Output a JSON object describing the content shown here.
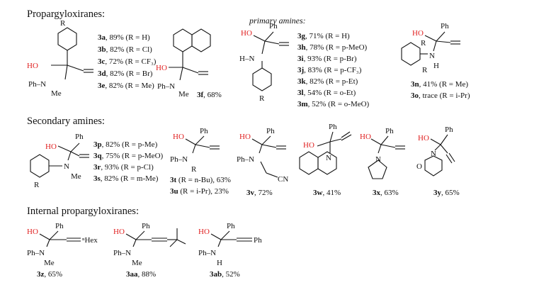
{
  "sections": {
    "propargyloxiranes": "Propargyloxiranes:",
    "primary_amines": "primary amines:",
    "secondary_amines": "Secondary amines:",
    "internal": "Internal propargyloxiranes:"
  },
  "atoms": {
    "ho": "HO",
    "ph": "Ph",
    "n": "N",
    "me": "Me",
    "r": "R",
    "h": "H",
    "hn": "H–N",
    "phn": "Ph–N",
    "cn": "CN",
    "o": "O",
    "hex": "ⁿHex"
  },
  "compounds": {
    "c3a": {
      "id": "3a",
      "text": ", 89% (R = H)"
    },
    "c3b": {
      "id": "3b",
      "text": ", 82% (R = Cl)"
    },
    "c3c": {
      "id": "3c",
      "text": ", 72% (R = CF₃)"
    },
    "c3d": {
      "id": "3d",
      "text": ", 82% (R = Br)"
    },
    "c3e": {
      "id": "3e",
      "text": ", 82% (R = Me)"
    },
    "c3f": {
      "id": "3f",
      "text": ", 68%"
    },
    "c3g": {
      "id": "3g",
      "text": ", 71% (R = H)"
    },
    "c3h": {
      "id": "3h",
      "text": ", 78% (R = p-MeO)"
    },
    "c3i": {
      "id": "3i",
      "text": ", 93% (R = p-Br)"
    },
    "c3j": {
      "id": "3j",
      "text": ", 83% (R = p-CF₃)"
    },
    "c3k": {
      "id": "3k",
      "text": ", 82% (R = p-Et)"
    },
    "c3l": {
      "id": "3l",
      "text": ", 54% (R = o-Et)"
    },
    "c3m": {
      "id": "3m",
      "text": ", 52% (R = o-MeO)"
    },
    "c3n": {
      "id": "3n",
      "text": ", 41% (R = Me)"
    },
    "c3o": {
      "id": "3o",
      "text": ", trace (R = i-Pr)"
    },
    "c3p": {
      "id": "3p",
      "text": ", 82% (R = p-Me)"
    },
    "c3q": {
      "id": "3q",
      "text": ", 75% (R = p-MeO)"
    },
    "c3r": {
      "id": "3r",
      "text": ", 93% (R = p-Cl)"
    },
    "c3s": {
      "id": "3s",
      "text": ", 82% (R = m-Me)"
    },
    "c3t": {
      "id": "3t",
      "text": " (R = n-Bu), 63%"
    },
    "c3u": {
      "id": "3u",
      "text": " (R = i-Pr), 23%"
    },
    "c3v": {
      "id": "3v",
      "text": ", 72%"
    },
    "c3w": {
      "id": "3w",
      "text": ", 41%"
    },
    "c3x": {
      "id": "3x",
      "text": ", 63%"
    },
    "c3y": {
      "id": "3y",
      "text": ", 65%"
    },
    "c3z": {
      "id": "3z",
      "text": ", 65%"
    },
    "c3aa": {
      "id": "3aa",
      "text": ", 88%"
    },
    "c3ab": {
      "id": "3ab",
      "text": ", 52%"
    }
  }
}
